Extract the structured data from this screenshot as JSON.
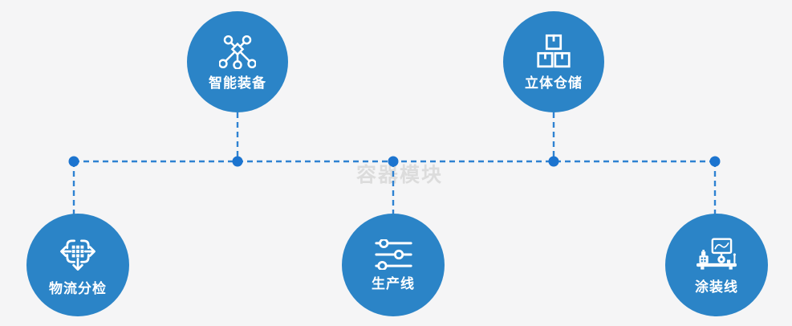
{
  "watermark": "容器模块",
  "colors": {
    "background": "#f5f5f6",
    "circle_fill": "#2b84c7",
    "connector_dash": "#2e82d2",
    "junction_dot": "#1c74cf",
    "label_text": "#ffffff",
    "watermark_text": "#dcdcdc"
  },
  "nodes": [
    {
      "id": "smart-equipment",
      "label": "智能装备",
      "icon": "network-nodes-icon",
      "row": "top"
    },
    {
      "id": "warehouse",
      "label": "立体仓储",
      "icon": "stacked-boxes-icon",
      "row": "top"
    },
    {
      "id": "logistics",
      "label": "物流分检",
      "icon": "sort-arrows-icon",
      "row": "bottom"
    },
    {
      "id": "production-line",
      "label": "生产线",
      "icon": "sliders-icon",
      "row": "bottom"
    },
    {
      "id": "painting-line",
      "label": "涂装线",
      "icon": "machine-icon",
      "row": "bottom"
    }
  ]
}
